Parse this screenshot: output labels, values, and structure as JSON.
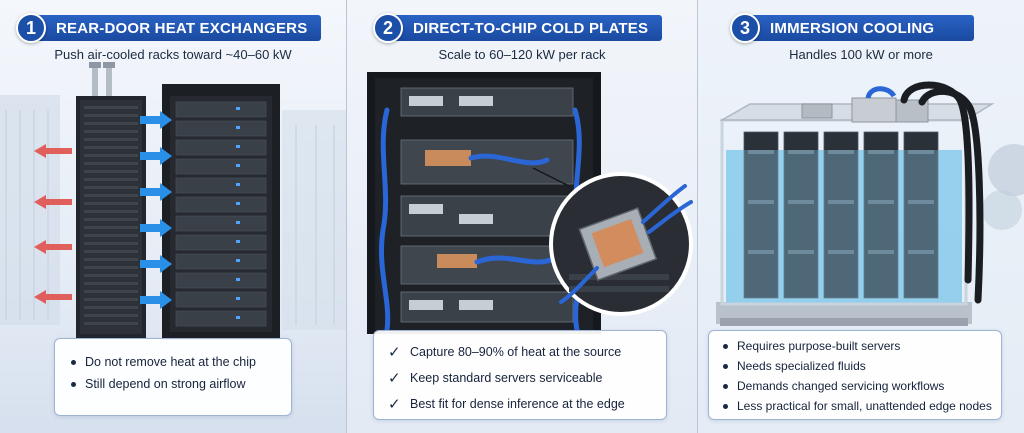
{
  "sections": [
    {
      "number": "1",
      "title": "REAR-DOOR HEAT EXCHANGERS",
      "subtitle": "Push air-cooled racks toward ~40–60 kW",
      "points": [
        "Do not remove heat at the chip",
        "Still depend on strong airflow"
      ],
      "bullet_style": "dot"
    },
    {
      "number": "2",
      "title": "DIRECT-TO-CHIP COLD PLATES",
      "subtitle": "Scale to 60–120 kW per rack",
      "points": [
        "Capture 80–90% of heat at the source",
        "Keep standard servers serviceable",
        "Best fit for dense inference at the edge"
      ],
      "bullet_style": "check"
    },
    {
      "number": "3",
      "title": "IMMERSION COOLING",
      "subtitle": "Handles 100 kW or more",
      "points": [
        "Requires purpose-built servers",
        "Needs specialized fluids",
        "Demands changed servicing workflows",
        "Less practical for small, unattended edge nodes"
      ],
      "bullet_style": "dot"
    }
  ],
  "colors": {
    "header_blue": "#1c4fa8",
    "hot_air_arrow": "#e0504a",
    "cool_air_arrow": "#2a8fe6",
    "coolant_tube": "#2a66d6",
    "fluid": "#7cc4ea"
  },
  "icons": [
    "hot-air-arrow-icon",
    "cool-air-arrow-icon",
    "check-icon"
  ]
}
